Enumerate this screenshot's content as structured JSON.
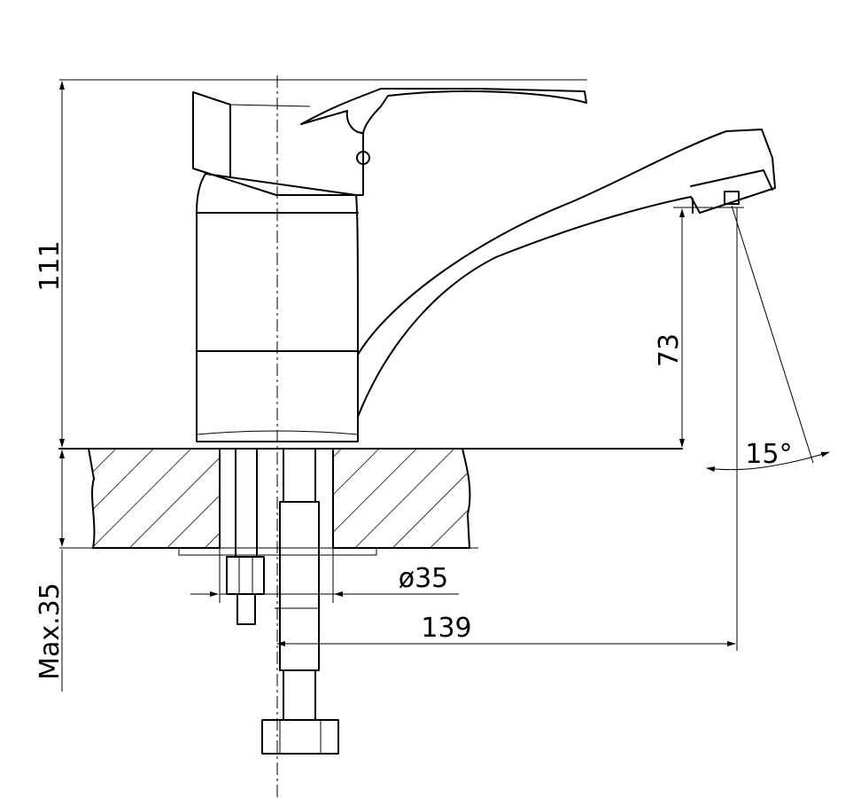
{
  "dimensions": {
    "total_height": "111",
    "spout_height": "73",
    "max_thickness": "Max.35",
    "hole_diameter": "ø35",
    "reach": "139",
    "angle": "15°"
  }
}
